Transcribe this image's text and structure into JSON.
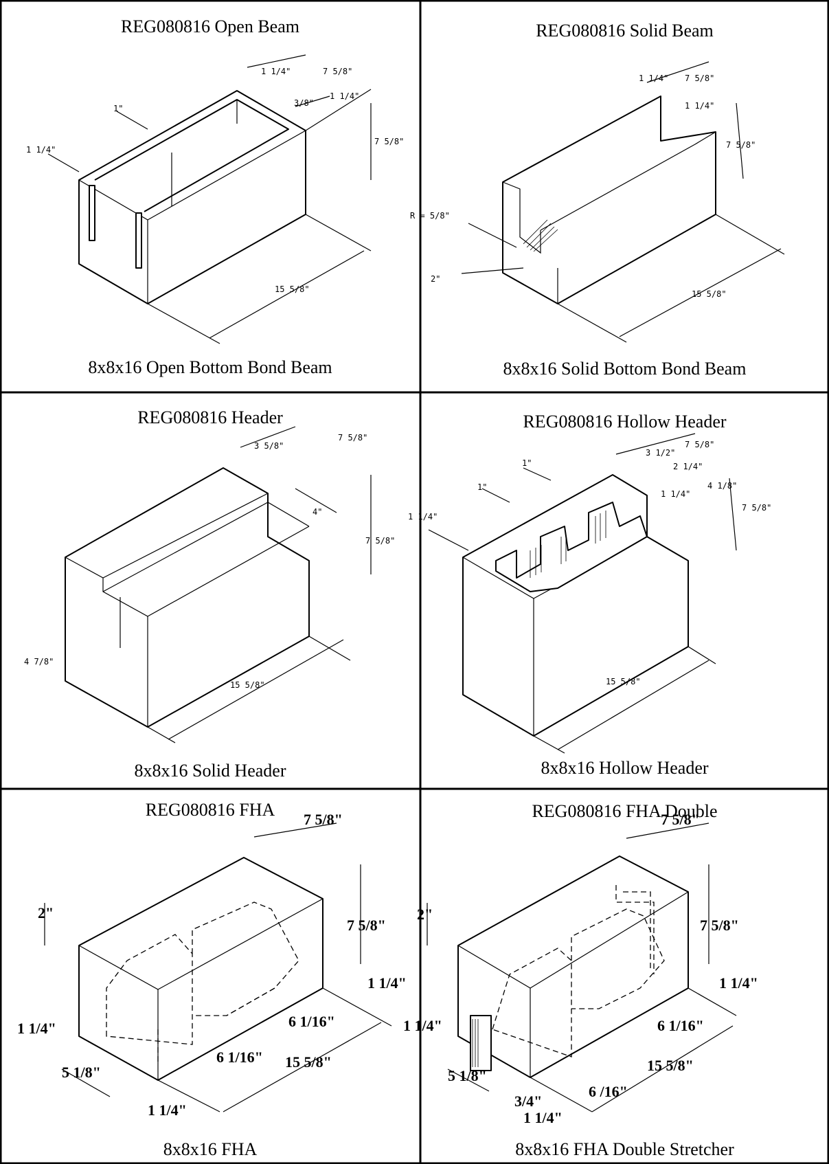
{
  "panels": [
    {
      "title": "REG080816 Open Beam",
      "caption": "8x8x16 Open Bottom Bond Beam",
      "dims": [
        "1 1/4\"",
        "7 5/8\"",
        "3/8\"",
        "1 1/4\"",
        "1\"",
        "7 5/8\"",
        "1 1/4\"",
        "15 5/8\""
      ]
    },
    {
      "title": "REG080816 Solid Beam",
      "caption": "8x8x16 Solid Bottom Bond Beam",
      "dims": [
        "1 1/4\"",
        "7 5/8\"",
        "1 1/4\"",
        "7 5/8\"",
        "R = 5/8\"",
        "2\"",
        "15 5/8\""
      ]
    },
    {
      "title": "REG080816 Header",
      "caption": "8x8x16 Solid Header",
      "dims": [
        "3 5/8\"",
        "7 5/8\"",
        "4\"",
        "7 5/8\"",
        "15 5/8\"",
        "4 7/8\""
      ]
    },
    {
      "title": "REG080816 Hollow Header",
      "caption": "8x8x16 Hollow Header",
      "dims": [
        "3 1/2\"",
        "7 5/8\"",
        "2 1/4\"",
        "1\"",
        "4 1/8\"",
        "1\"",
        "1 1/4\"",
        "7 5/8\"",
        "1 1/4\"",
        "15 5/8\""
      ]
    },
    {
      "title": "REG080816 FHA",
      "caption": "8x8x16 FHA",
      "dims": [
        "7 5/8\"",
        "2\"",
        "7 5/8\"",
        "1 1/4\"",
        "1 1/4\"",
        "6 1/16\"",
        "15 5/8\"",
        "5 1/8\"",
        "6 1/16\"",
        "1 1/4\""
      ]
    },
    {
      "title": "REG080816 FHA Double",
      "caption": "8x8x16 FHA Double Stretcher",
      "dims": [
        "7 5/8\"",
        "2\"",
        "7 5/8\"",
        "1 1/4\"",
        "1 1/4\"",
        "6 1/16\"",
        "15 5/8\"",
        "5 1/8\"",
        "6 /16\"",
        "3/4\"",
        "1 1/4\""
      ]
    }
  ]
}
